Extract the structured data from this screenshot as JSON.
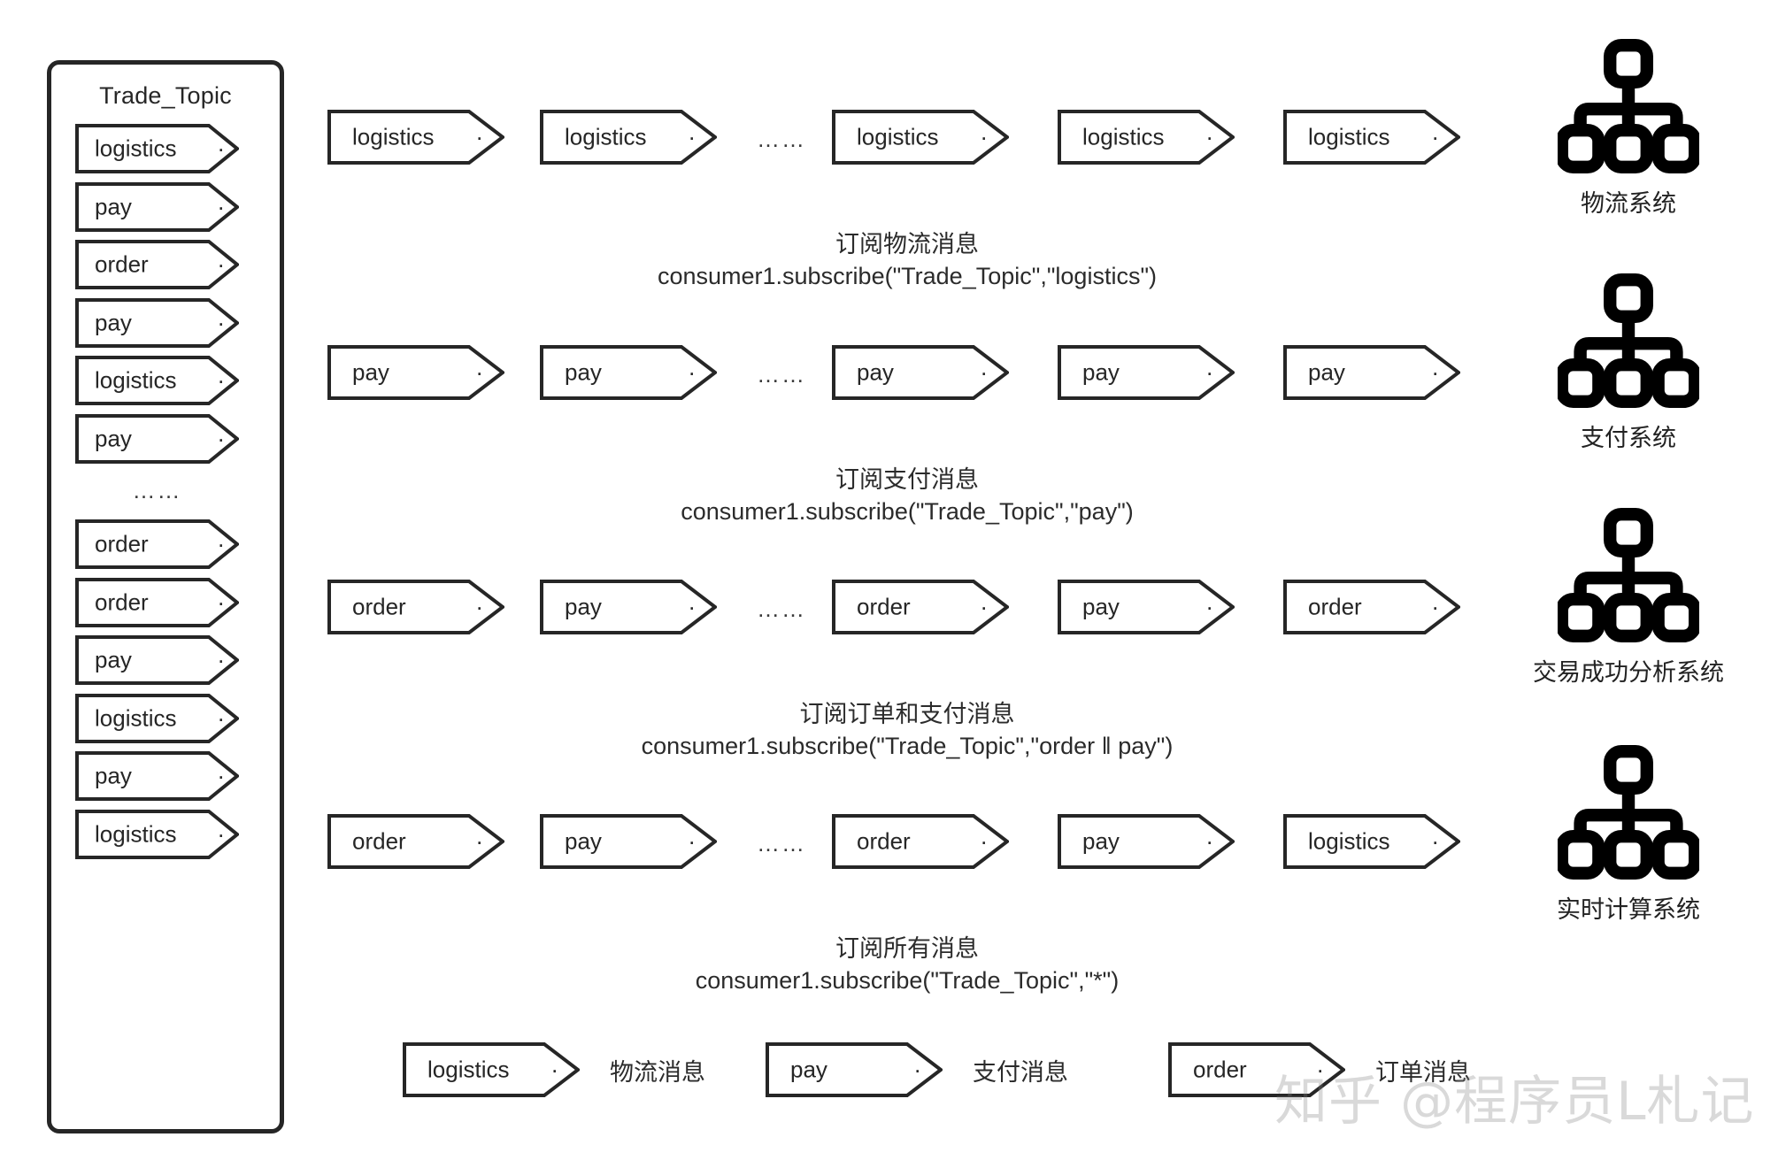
{
  "topic": {
    "title": "Trade_Topic",
    "ellipsis": "……",
    "messages": [
      {
        "label": "logistics",
        "dot": "·"
      },
      {
        "label": "pay",
        "dot": "·"
      },
      {
        "label": "order",
        "dot": "·"
      },
      {
        "label": "pay",
        "dot": "·"
      },
      {
        "label": "logistics",
        "dot": "·"
      },
      {
        "label": "pay",
        "dot": "·"
      },
      {
        "label": "__ELLIPSIS__",
        "dot": ""
      },
      {
        "label": "order",
        "dot": "·"
      },
      {
        "label": "order",
        "dot": "·"
      },
      {
        "label": "pay",
        "dot": "·"
      },
      {
        "label": "logistics",
        "dot": "·"
      },
      {
        "label": "pay",
        "dot": "·"
      },
      {
        "label": "logistics",
        "dot": "·"
      }
    ]
  },
  "rows": [
    {
      "messages": [
        "logistics",
        "logistics",
        "logistics",
        "logistics",
        "logistics"
      ],
      "ellipsis": "……",
      "dot": "·",
      "caption_cn": "订阅物流消息",
      "caption_code": "consumer1.subscribe(\"Trade_Topic\",\"logistics\")",
      "system_label": "物流系统",
      "system_icon": "hierarchy-icon"
    },
    {
      "messages": [
        "pay",
        "pay",
        "pay",
        "pay",
        "pay"
      ],
      "ellipsis": "……",
      "dot": "·",
      "caption_cn": "订阅支付消息",
      "caption_code": "consumer1.subscribe(\"Trade_Topic\",\"pay\")",
      "system_label": "支付系统",
      "system_icon": "hierarchy-icon"
    },
    {
      "messages": [
        "order",
        "pay",
        "order",
        "pay",
        "order"
      ],
      "ellipsis": "……",
      "dot": "·",
      "caption_cn": "订阅订单和支付消息",
      "caption_code": "consumer1.subscribe(\"Trade_Topic\",\"order ‖ pay\")",
      "system_label": "交易成功分析系统",
      "system_icon": "hierarchy-icon"
    },
    {
      "messages": [
        "order",
        "pay",
        "order",
        "pay",
        "logistics"
      ],
      "ellipsis": "……",
      "dot": "·",
      "caption_cn": "订阅所有消息",
      "caption_code": "consumer1.subscribe(\"Trade_Topic\",\"*\")",
      "system_label": "实时计算系统",
      "system_icon": "hierarchy-icon"
    }
  ],
  "legend": [
    {
      "label": "logistics",
      "dot": "·",
      "text": "物流消息"
    },
    {
      "label": "pay",
      "dot": "·",
      "text": "支付消息"
    },
    {
      "label": "order",
      "dot": "·",
      "text": "订单消息"
    }
  ],
  "watermark": "知乎 @程序员L札记",
  "colors": {
    "stroke": "#262626",
    "background": "#ffffff",
    "text": "#2b2b2b",
    "icon": "#000000"
  }
}
